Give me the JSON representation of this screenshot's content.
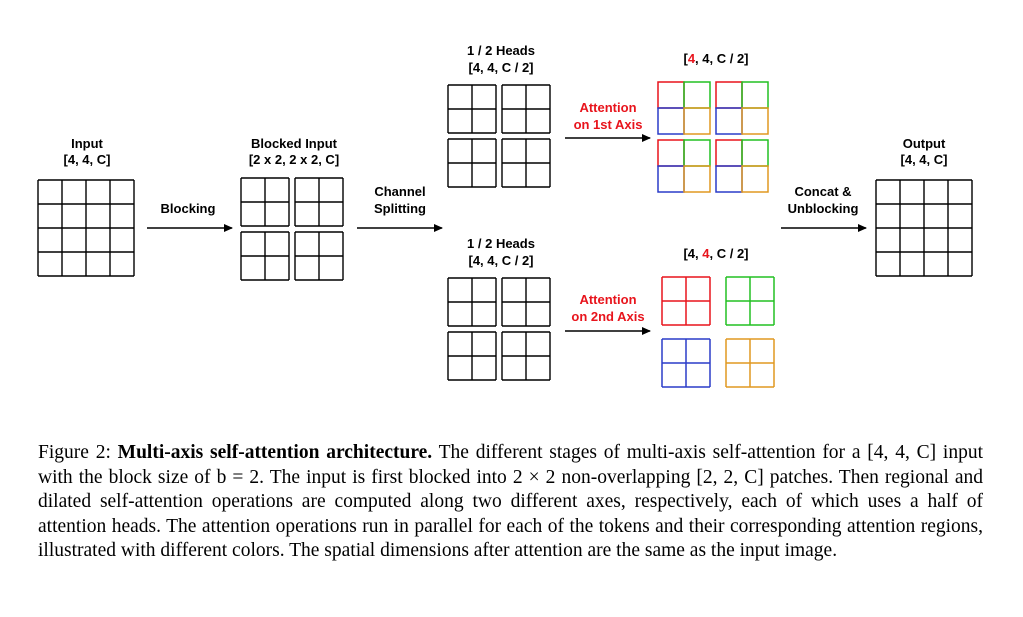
{
  "diagram": {
    "input": {
      "title": "Input",
      "shape": "[4, 4, C]"
    },
    "blocking_label": "Blocking",
    "blocked": {
      "title": "Blocked Input",
      "shape": "[2 x 2, 2 x 2, C]"
    },
    "split_label": {
      "line1": "Channel",
      "line2": "Splitting"
    },
    "heads_top": {
      "title": "1 / 2 Heads",
      "shape": "[4, 4, C / 2]"
    },
    "heads_bottom": {
      "title": "1 / 2 Heads",
      "shape": "[4, 4, C / 2]"
    },
    "attn_first": {
      "line1": "Attention",
      "line2": "on 1st Axis"
    },
    "attn_second": {
      "line1": "Attention",
      "line2": "on 2nd Axis"
    },
    "out_top_shape": {
      "open": "[",
      "highlight": "4",
      "rest": ", 4, C / 2]"
    },
    "out_bottom_shape": {
      "open": "[4, ",
      "highlight": "4",
      "rest": ", C / 2]"
    },
    "concat_label": {
      "line1": "Concat &",
      "line2": "Unblocking"
    },
    "output": {
      "title": "Output",
      "shape": "[4, 4, C]"
    },
    "colors": {
      "red": "#e8141c",
      "green": "#22c022",
      "blue": "#2a3cc8",
      "orange": "#e09820",
      "grid": "#000000",
      "arrow": "#000000"
    }
  },
  "caption": {
    "figure_label": "Figure 2:",
    "bold_title": "Multi-axis self-attention architecture.",
    "text": "The different stages of multi-axis self-attention for a [4, 4, C] input with the block size of b = 2. The input is first blocked into 2 × 2 non-overlapping [2, 2, C] patches. Then regional and dilated self-attention operations are computed along two different axes, respectively, each of which uses a half of attention heads. The attention operations run in parallel for each of the tokens and their corresponding attention regions, illustrated with different colors. The spatial dimensions after attention are the same as the input image."
  }
}
